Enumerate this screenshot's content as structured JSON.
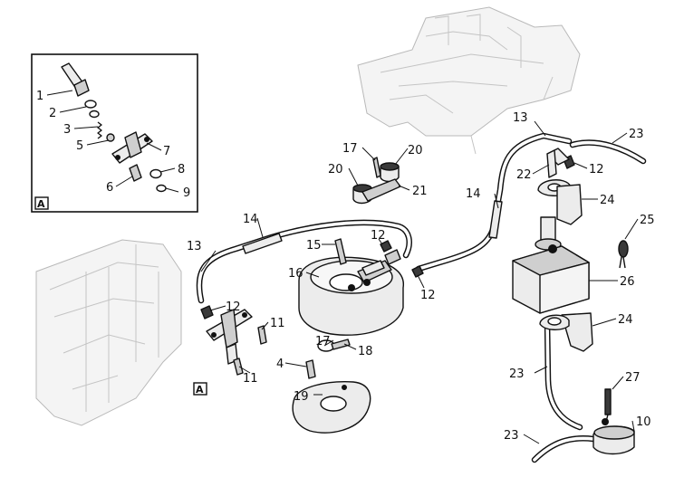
{
  "inset": {
    "tag": "A"
  },
  "assembly_tag": "A",
  "callouts": [
    "1",
    "2",
    "3",
    "5",
    "6",
    "7",
    "8",
    "9",
    "10",
    "11",
    "11",
    "12",
    "12",
    "12",
    "12",
    "13",
    "13",
    "14",
    "14",
    "15",
    "16",
    "17",
    "17",
    "18",
    "19",
    "20",
    "20",
    "21",
    "22",
    "23",
    "23",
    "23",
    "24",
    "24",
    "25",
    "26",
    "27",
    "4"
  ]
}
